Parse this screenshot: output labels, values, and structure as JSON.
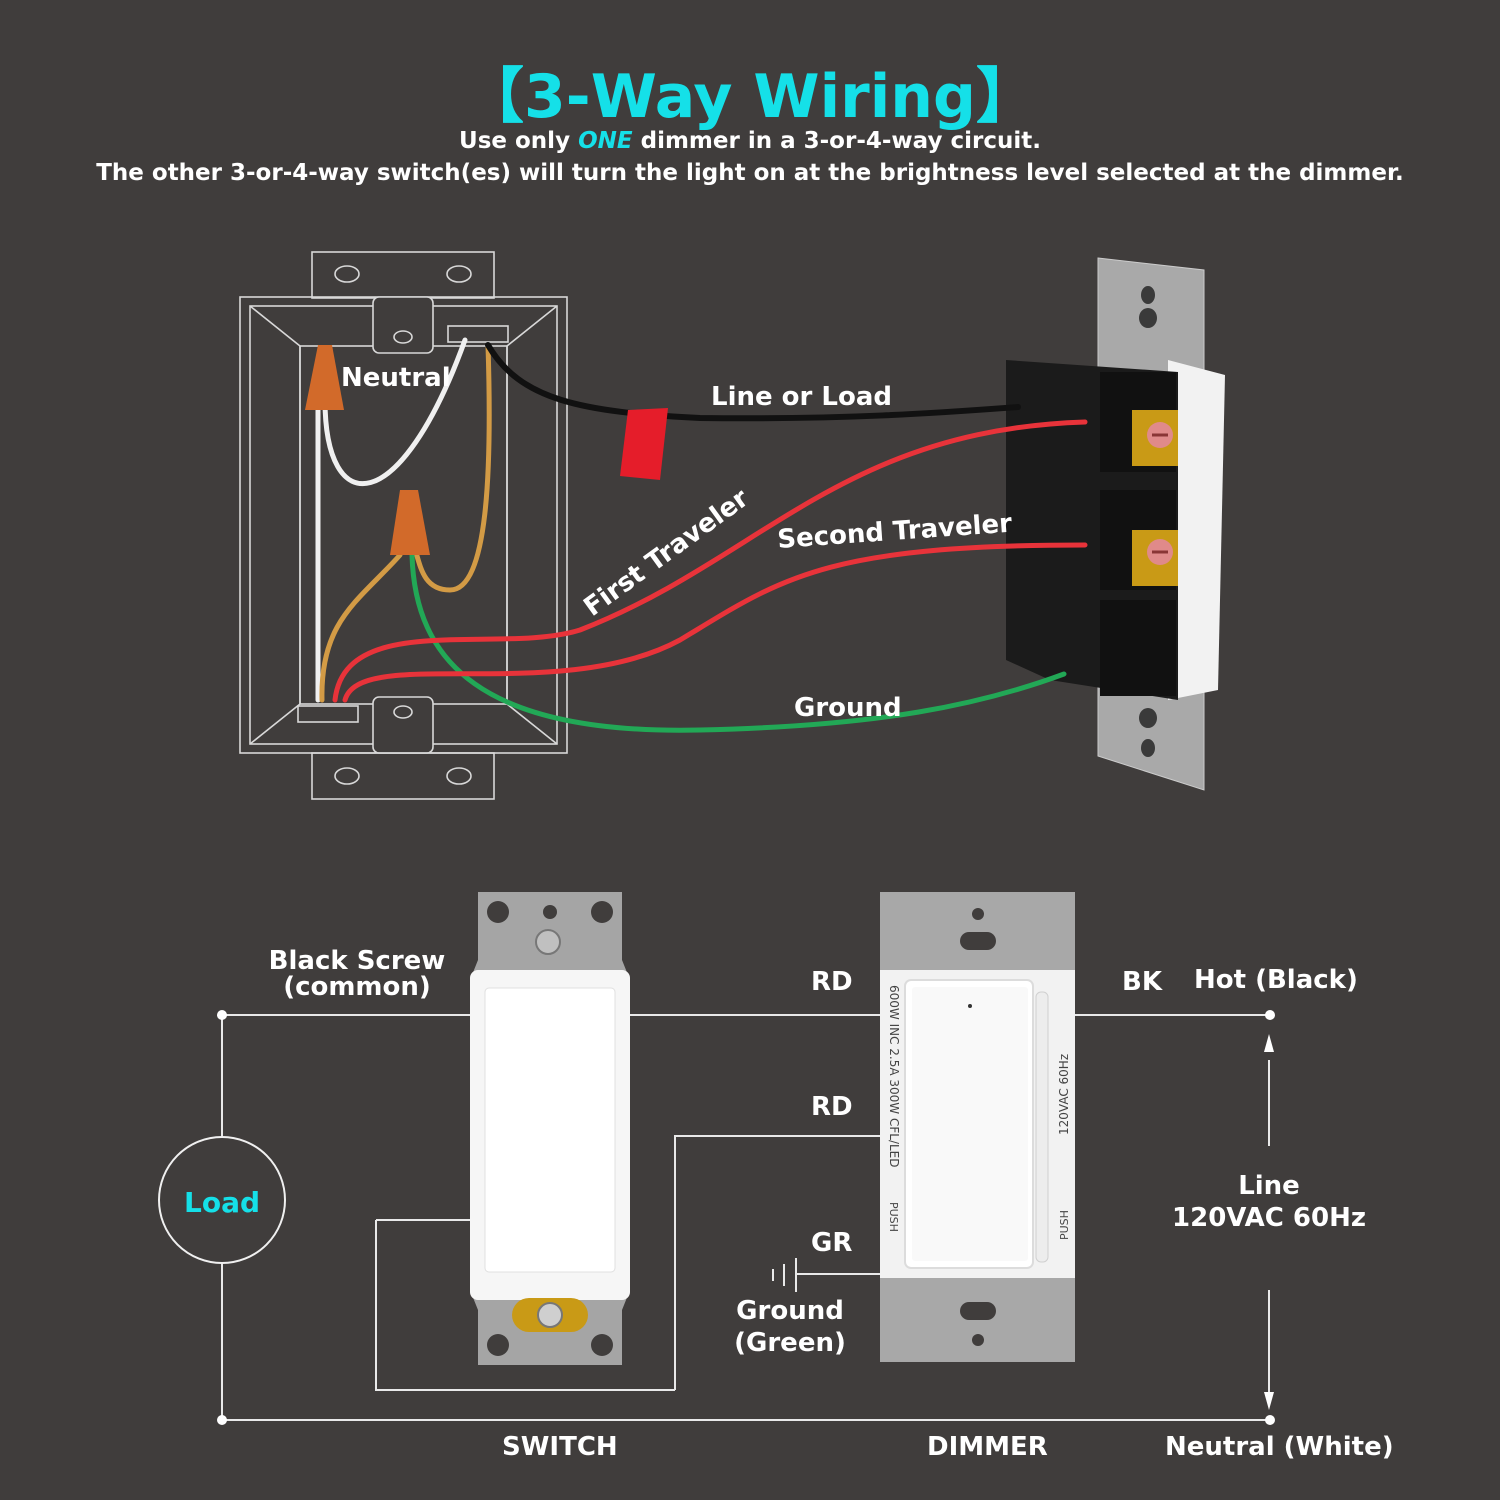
{
  "title": "【3-Way Wiring】",
  "subtitle": {
    "line1_before": "Use only ",
    "line1_emphasis": "ONE",
    "line1_after": " dimmer in a 3-or-4-way circuit.",
    "line2": "The other 3-or-4-way switch(es) will turn the light on at the brightness level selected at the dimmer."
  },
  "box_diagram": {
    "neutral": "Neutral",
    "line_or_load": "Line or Load",
    "first_traveler": "First Traveler",
    "second_traveler": "Second Traveler",
    "ground": "Ground"
  },
  "schematic": {
    "black_screw_line1": "Black Screw",
    "black_screw_line2": "(common)",
    "load": "Load",
    "rd_top": "RD",
    "rd_middle": "RD",
    "gr": "GR",
    "bk": "BK",
    "hot": "Hot (Black)",
    "line_label": "Line",
    "line_voltage": "120VAC 60Hz",
    "ground_line1": "Ground",
    "ground_line2": "(Green)",
    "switch": "SWITCH",
    "dimmer": "DIMMER",
    "neutral_white": "Neutral (White)"
  },
  "dimmer_markings": {
    "rating": "600W INC   2.5A 300W CFL/LED",
    "voltage": "120VAC 60Hz",
    "push_left": "PUSH",
    "push_right": "PUSH"
  },
  "colors": {
    "background": "#403d3c",
    "accent_cyan": "#15e0e8",
    "wire_red": "#e8333a",
    "wire_black": "#111111",
    "wire_green": "#22a856",
    "wire_bare": "#d39b45",
    "wire_nut": "#d26a2a"
  }
}
